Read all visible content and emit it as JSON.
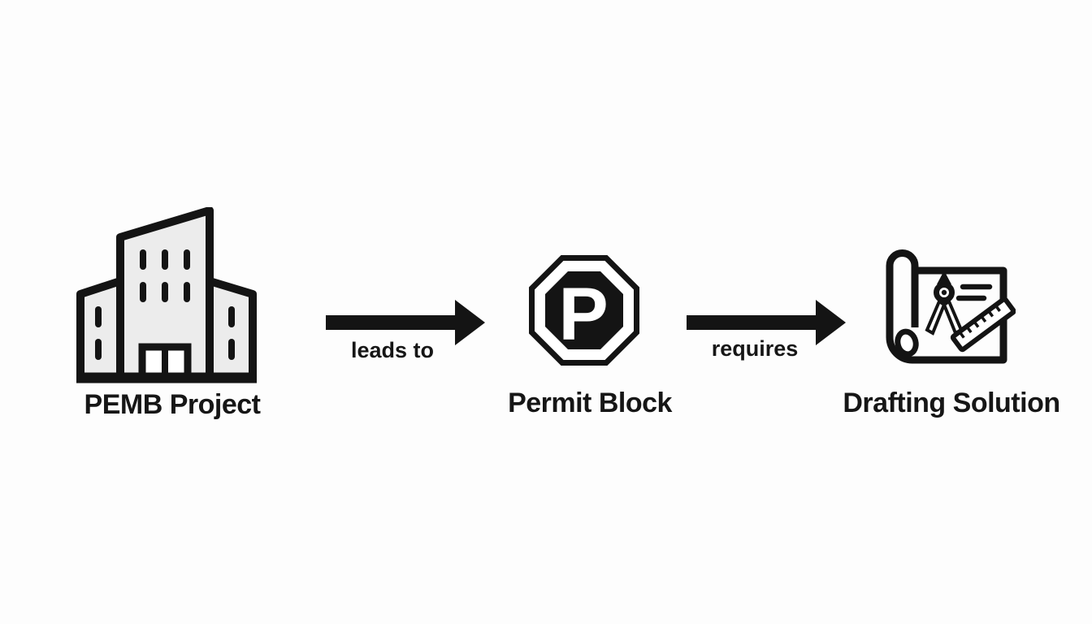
{
  "diagram": {
    "background_color": "#fdfdfd",
    "ink_color": "#141414",
    "building_fill": "#ececec",
    "nodes": [
      {
        "label": "PEMB Project",
        "icon": "building-icon"
      },
      {
        "label": "Permit Block",
        "icon": "permit-octagon-icon",
        "letter": "P"
      },
      {
        "label": "Drafting Solution",
        "icon": "drafting-blueprint-icon"
      }
    ],
    "edges": [
      {
        "from": "PEMB Project",
        "to": "Permit Block",
        "label": "leads to"
      },
      {
        "from": "Permit Block",
        "to": "Drafting Solution",
        "label": "requires"
      }
    ]
  }
}
